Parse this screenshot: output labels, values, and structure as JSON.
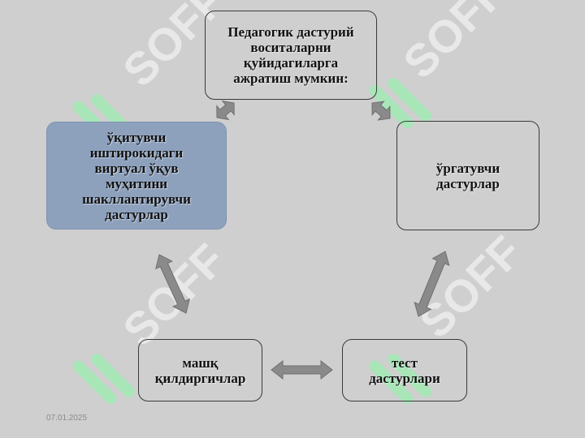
{
  "diagram": {
    "nodes": [
      {
        "id": "top",
        "lines": [
          "Педагогик дастурий",
          "воситаларни",
          "қуйидагиларга",
          "ажратиш мумкин:"
        ]
      },
      {
        "id": "right",
        "lines": [
          "ўргатувчи",
          "дастурлар"
        ]
      },
      {
        "id": "left",
        "lines": [
          "ўқитувчи",
          "иштирокидаги",
          "виртуал ўқув",
          "муҳитини",
          "шакллантирувчи",
          "дастурлар"
        ]
      },
      {
        "id": "bottom-left",
        "lines": [
          "машқ",
          "қилдиргичлар"
        ]
      },
      {
        "id": "bottom-right",
        "lines": [
          "тест",
          "дастурлари"
        ]
      }
    ],
    "edges": [
      {
        "from": "top",
        "to": "left",
        "style": "double-arrow"
      },
      {
        "from": "top",
        "to": "right",
        "style": "double-arrow"
      },
      {
        "from": "left",
        "to": "bottom-left",
        "style": "double-arrow"
      },
      {
        "from": "right",
        "to": "bottom-right",
        "style": "double-arrow"
      },
      {
        "from": "bottom-left",
        "to": "bottom-right",
        "style": "double-arrow"
      }
    ]
  },
  "watermark": {
    "text": "SOFF",
    "color": "#e8e8e8",
    "logo_color": "#a8e6b8"
  },
  "footer": {
    "date": "07.01.2025"
  },
  "colors": {
    "background": "#cfcfcf",
    "highlight_node": "#8da1bd",
    "arrow": "#8a8a8a",
    "border": "#3a3a3a"
  }
}
